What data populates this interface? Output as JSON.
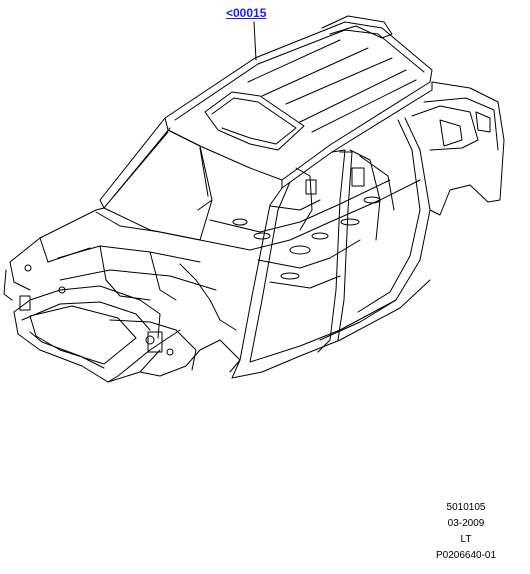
{
  "callout": {
    "label": "<00015",
    "color": "#1a1aff"
  },
  "diagram": {
    "subject": "vehicle body shell"
  },
  "reference": {
    "code": "5010105",
    "date": "03-2009",
    "variant": "LT",
    "illustration_id": "P0206640-01"
  }
}
